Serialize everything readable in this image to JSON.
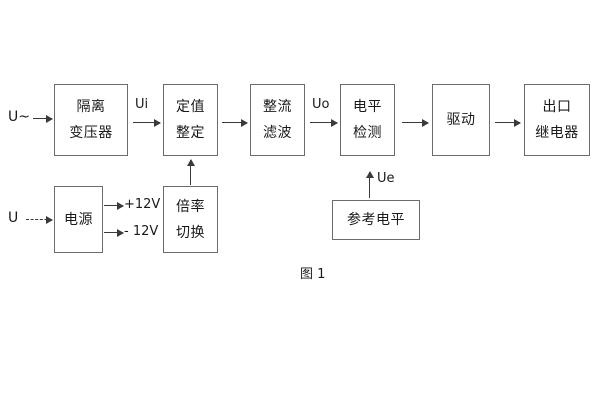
{
  "figure": {
    "caption": "图 1",
    "background": "#ffffff",
    "box_border_color": "#6b6b6b",
    "line_color": "#3a3a3a",
    "text_color": "#1a1a1a"
  },
  "signal_chain": {
    "input_label": "U~",
    "blocks": [
      {
        "id": "isolation-transformer",
        "line1": "隔离",
        "line2": "变压器"
      },
      {
        "id": "setting-value",
        "line1": "定值",
        "line2": "整定"
      },
      {
        "id": "rectify-filter",
        "line1": "整流",
        "line2": "滤波"
      },
      {
        "id": "level-detect",
        "line1": "电平",
        "line2": "检测"
      },
      {
        "id": "drive",
        "line1": "驱动",
        "line2": ""
      },
      {
        "id": "output-relay",
        "line1": "出口",
        "line2": "继电器"
      }
    ],
    "inter_labels": {
      "ui": "Ui",
      "uo": "Uo"
    }
  },
  "power_section": {
    "input_label": "U",
    "supply": {
      "id": "power-supply",
      "line1": "电源",
      "line2": ""
    },
    "rails": [
      {
        "id": "rail-positive",
        "label": "+12V"
      },
      {
        "id": "rail-negative",
        "label": "- 12V"
      }
    ],
    "multiplier": {
      "id": "multiplier-switch",
      "line1": "倍率",
      "line2": "切换"
    }
  },
  "reference_section": {
    "block": {
      "id": "reference-level",
      "line1": "参考电平",
      "line2": ""
    },
    "signal_label": "Ue"
  }
}
